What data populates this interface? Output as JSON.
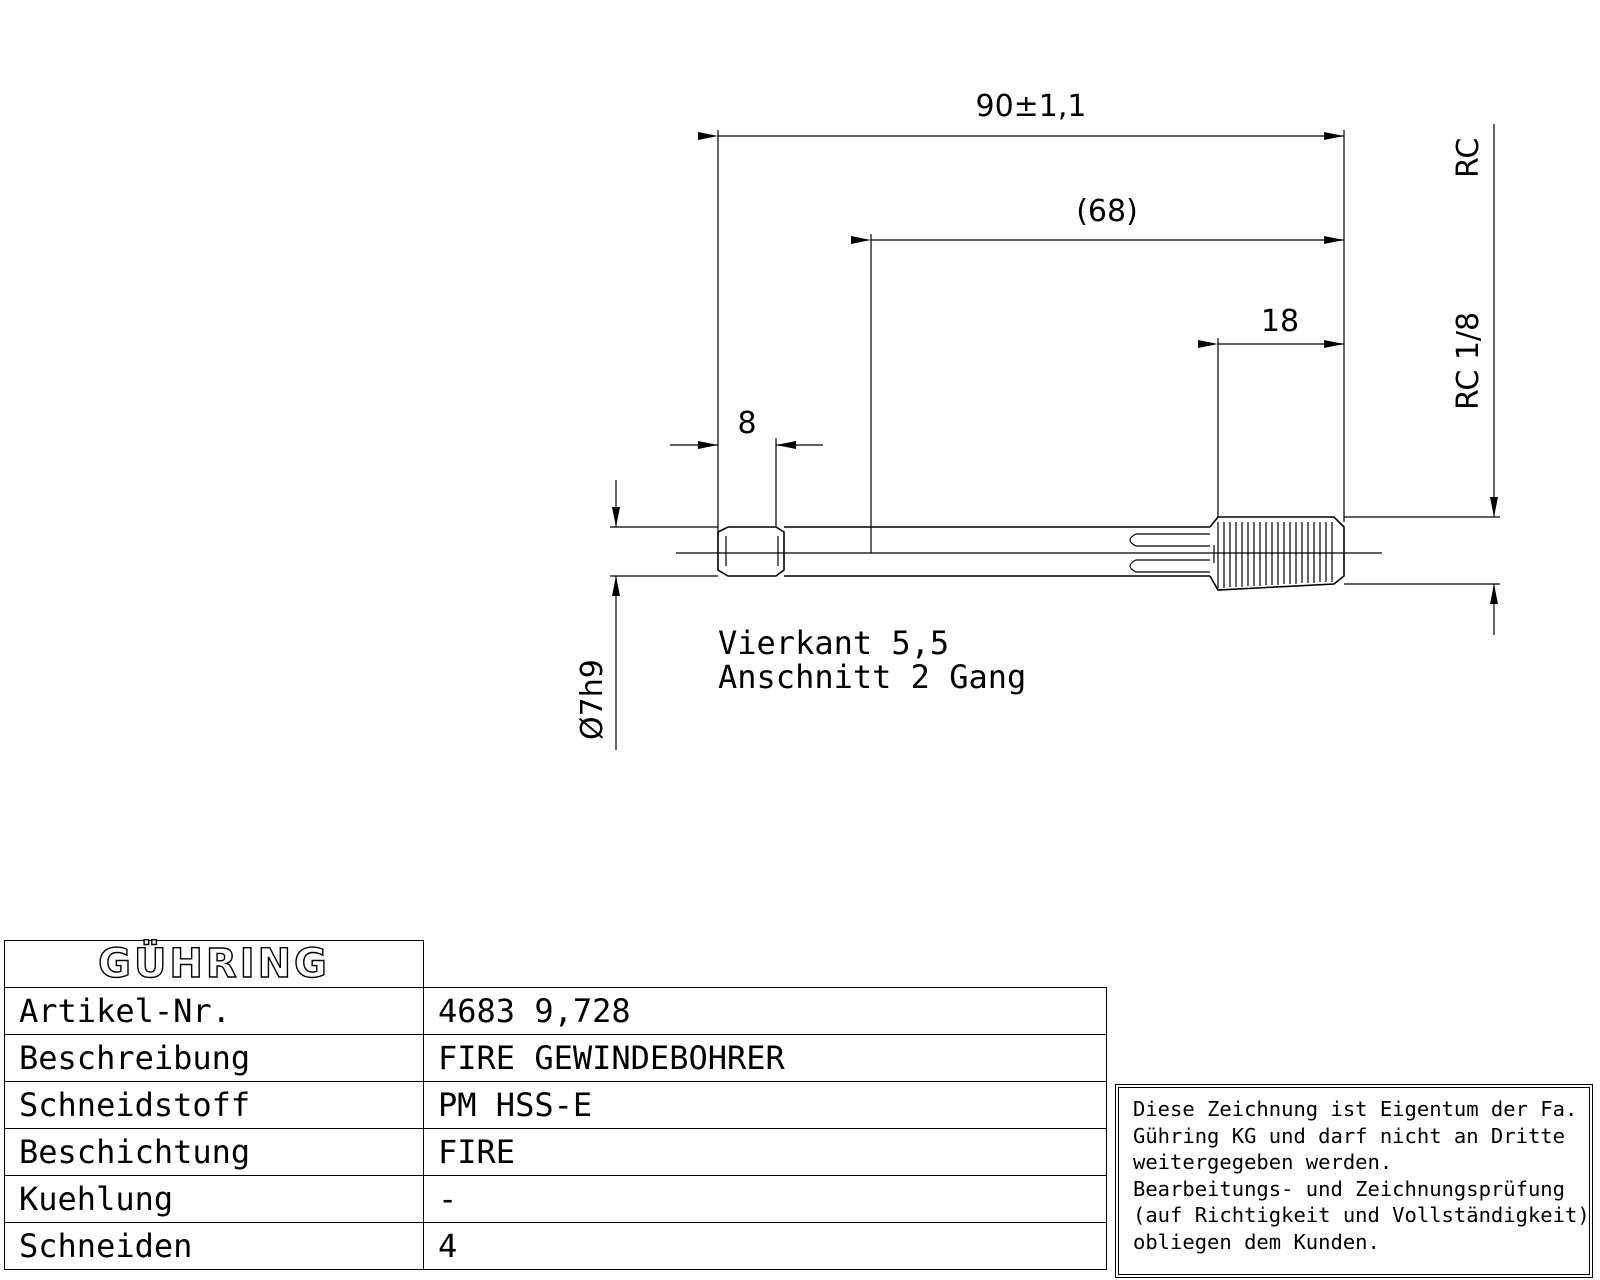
{
  "dimensions": {
    "overall_length": "90±1,1",
    "shank_length": "(68)",
    "thread_length": "18",
    "square_length": "8",
    "shank_diameter": "Ø7h9",
    "thread_label_top": "RC",
    "thread_label_full": "RC 1/8"
  },
  "notes": {
    "square": "Vierkant 5,5",
    "chamfer": "Anschnitt 2 Gang"
  },
  "title_block": {
    "logo": "GÜHRING",
    "rows": [
      {
        "label": "Artikel-Nr.",
        "value": "4683 9,728"
      },
      {
        "label": "Beschreibung",
        "value": "FIRE GEWINDEBOHRER"
      },
      {
        "label": "Schneidstoff",
        "value": "PM HSS-E"
      },
      {
        "label": "Beschichtung",
        "value": "FIRE"
      },
      {
        "label": "Kuehlung",
        "value": "-"
      },
      {
        "label": "Schneiden",
        "value": "4"
      }
    ]
  },
  "notice": {
    "lines": [
      "Diese Zeichnung ist Eigentum der Fa.",
      "Gühring KG und darf nicht an Dritte",
      "weitergegeben werden.",
      "Bearbeitungs- und Zeichnungsprüfung",
      "(auf Richtigkeit und Vollständigkeit)",
      "obliegen dem Kunden."
    ]
  }
}
